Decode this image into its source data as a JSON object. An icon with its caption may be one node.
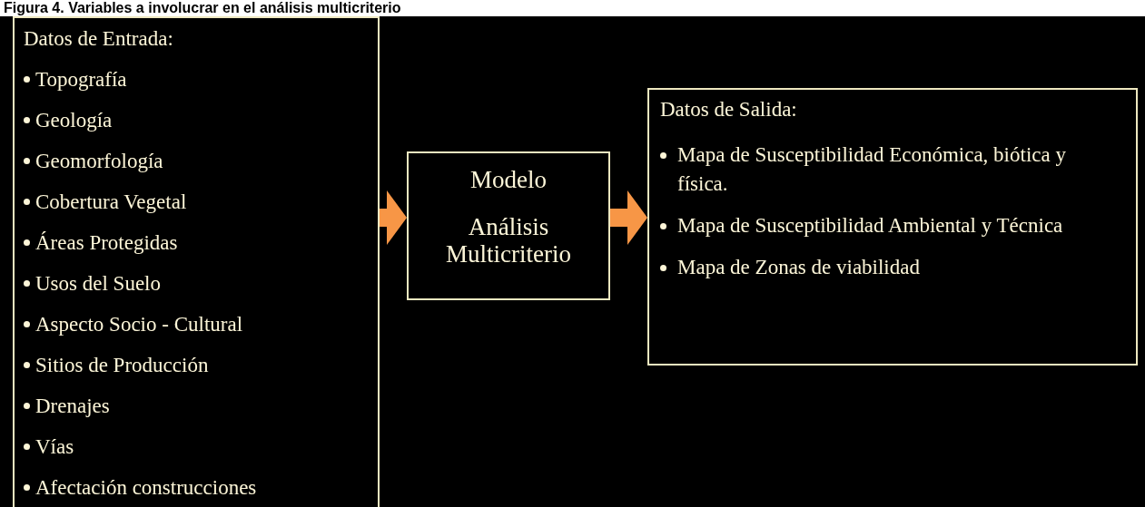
{
  "diagram": {
    "title": "Figura 4. Variables a involucrar en el análisis multicriterio",
    "nodes": [
      {
        "text": [
          "Datos de Entrada:",
          "Topografía",
          "Geología",
          "Geomorfología",
          "Cobertura Vegetal",
          "Áreas Protegidas",
          "Usos del Suelo",
          "Aspecto Socio - Cultural",
          "Sitios de Producción",
          "Drenajes",
          "Vías",
          "Afectación construcciones"
        ]
      },
      {
        "text": [
          "Modelo",
          "Análisis Multicriterio"
        ]
      },
      {
        "text": [
          "Datos de Salida:",
          "Mapa de Susceptibilidad Económica, biótica y física.",
          "Mapa de Susceptibilidad Ambiental y Técnica",
          "Mapa de Zonas de viabilidad"
        ]
      }
    ],
    "edges": [
      {
        "from": 0,
        "to": 1,
        "arrow": "to"
      },
      {
        "from": 1,
        "to": 2,
        "arrow": "to"
      }
    ]
  }
}
